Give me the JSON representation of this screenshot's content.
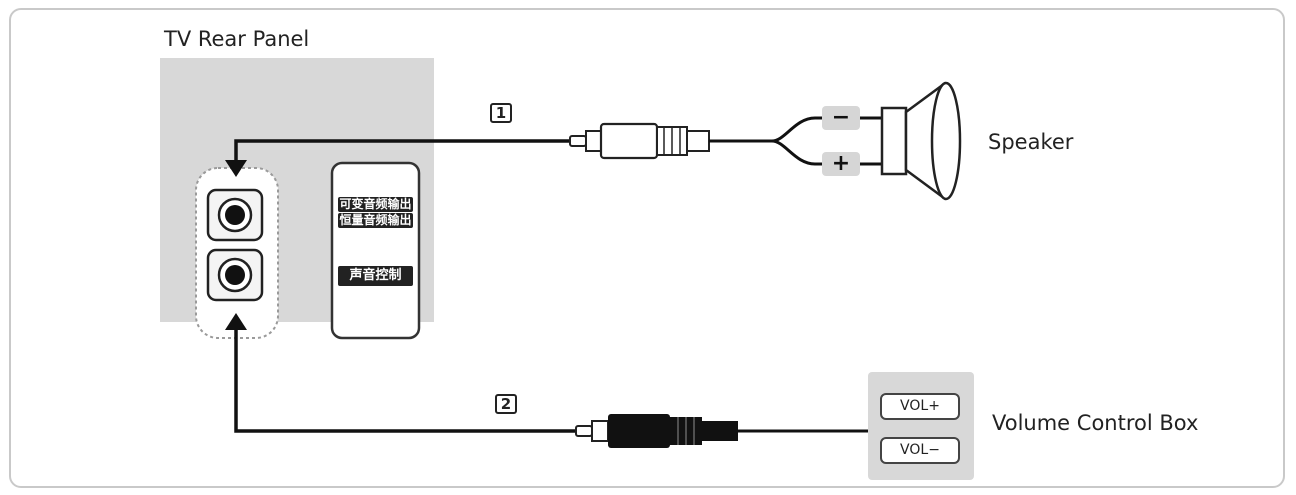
{
  "labels": {
    "tv_rear_panel": "TV Rear Panel",
    "speaker": "Speaker",
    "volume_control_box": "Volume Control Box"
  },
  "connections": [
    {
      "number": "1"
    },
    {
      "number": "2"
    }
  ],
  "panel_text": {
    "variable_audio_out": "可变音频输出",
    "fixed_audio_out": "恒量音频输出",
    "sound_control": "声音控制"
  },
  "speaker_terminals": {
    "minus": "−",
    "plus": "+"
  },
  "volume_buttons": {
    "vol_up": "VOL+",
    "vol_down": "VOL−"
  },
  "colors": {
    "panel": "#d8d8d8",
    "line": "#111111",
    "frame": "#c9c9c9"
  }
}
